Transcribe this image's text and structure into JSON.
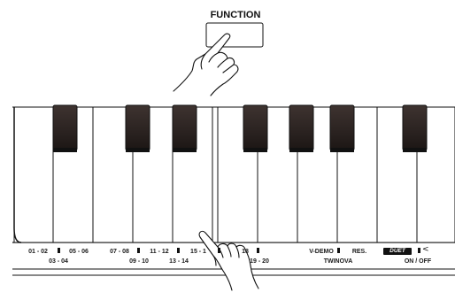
{
  "function_button": {
    "label": "FUNCTION"
  },
  "key_labels": {
    "top_row": [
      "01 - 02",
      "05 - 06",
      "07 - 08",
      "11 - 12",
      "15 - 1",
      "18",
      "V-DEMO",
      "RES."
    ],
    "bottom_row": [
      "03 - 04",
      "09 - 10",
      "13 - 14",
      "19 - 20",
      "TWINOVA",
      "ON / OFF"
    ],
    "duet_badge": "DUET",
    "chevron": "<"
  },
  "colors": {
    "black_key": "#2a2220",
    "white_key": "#ffffff",
    "outline": "#111111",
    "badge": "#111111"
  }
}
